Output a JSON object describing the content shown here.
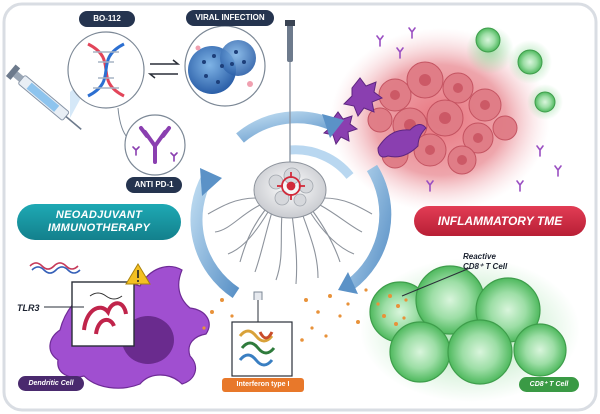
{
  "labels": {
    "bo112": "BO-112",
    "viral_infection": "VIRAL INFECTION",
    "anti_pd1": "ANTI PD-1",
    "neoadjuvant_line1": "NEOADJUVANT",
    "neoadjuvant_line2": "IMMUNOTHERAPY",
    "inflammatory_tme": "INFLAMMATORY TME",
    "tlr3": "TLR3",
    "interferon": "Interferon type I",
    "dendritic_cell": "Dendritic Cell",
    "reactive_line1": "Reactive",
    "reactive_line2": "CD8⁺ T Cell",
    "cd8_t_cell": "CD8⁺ T Cell"
  },
  "colors": {
    "frame": "#d9dde3",
    "cycle_arrow": "#6fa3cf",
    "neoadjuvant": "#17939f",
    "tme": "#d3304a",
    "tumor_red": "#d94a5c",
    "dendritic_purple": "#8a3fb0",
    "tcell_green": "#5cc46a",
    "interferon_orange": "#e8782a",
    "pill_dark": "#25344f"
  },
  "icons": [
    "syringe-icon",
    "dna-icon",
    "virus-icon",
    "antibody-icon",
    "needle-icon",
    "target-icon",
    "warning-icon",
    "exchange-arrows-icon"
  ]
}
